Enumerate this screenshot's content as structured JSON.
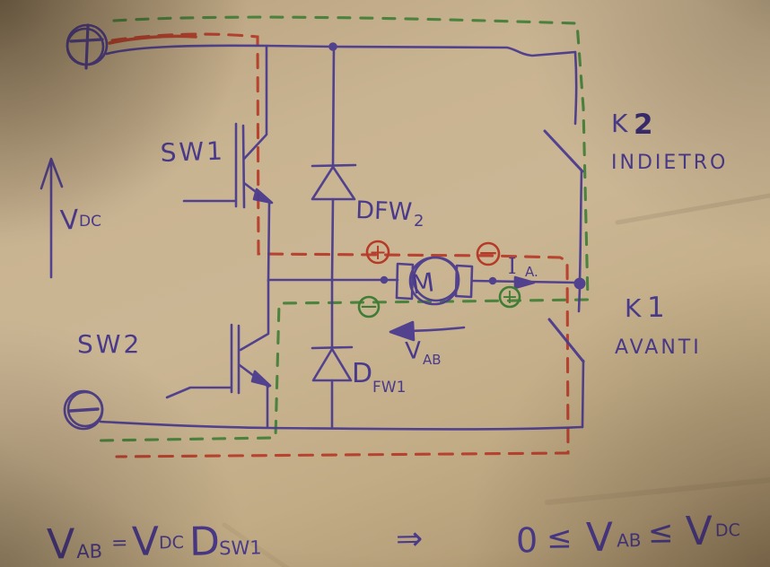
{
  "colors": {
    "ink_purple": "#4a3a8c",
    "ink_purple_dark": "#392c70",
    "loop_red": "#b53a28",
    "loop_green": "#3e7d35",
    "paper": "#c6b28e"
  },
  "battery": {
    "positive": "+",
    "negative": "−"
  },
  "vdc": {
    "main": "V",
    "sub": "DC"
  },
  "sw1": {
    "label": "SW1"
  },
  "sw2": {
    "label": "SW2"
  },
  "dfw2": {
    "main": "DFW",
    "sub": "2"
  },
  "dfw1": {
    "main": "D",
    "sub": "FW1"
  },
  "motor": {
    "label": "M"
  },
  "k2": {
    "name": "K",
    "num": "2",
    "direction": "INDIETRO"
  },
  "k1": {
    "name": "K",
    "num": "1",
    "direction": "AVANTI"
  },
  "ia": {
    "main": "I",
    "sub": "A."
  },
  "vab": {
    "main": "V",
    "sub": "AB"
  },
  "marks": {
    "red_plus": "+",
    "red_minus": "−",
    "green_minus": "−",
    "green_plus": "+"
  },
  "equation": {
    "lhs_main": "V",
    "lhs_sub": "AB",
    "equals": "=",
    "vdc_main": "V",
    "vdc_sub": "DC",
    "duty_main": "D",
    "duty_sub": "SW1",
    "implies": "⇒",
    "zero": "0",
    "leq1": "≤",
    "mid_main": "V",
    "mid_sub": "AB",
    "leq2": "≤",
    "rhs_main": "V",
    "rhs_sub": "DC"
  }
}
